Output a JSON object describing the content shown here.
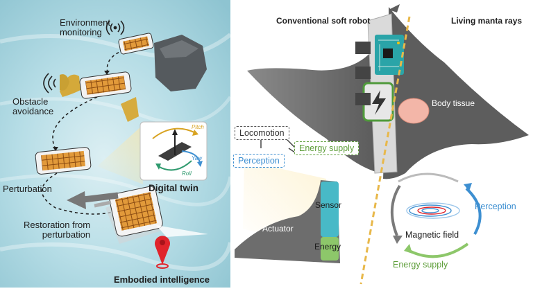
{
  "left_panel": {
    "environment_monitoring": [
      "Environment",
      "monitoring"
    ],
    "obstacle_avoidance": [
      "Obstacle",
      "avoidance"
    ],
    "perturbation": "Perturbation",
    "restoration": [
      "Restoration from",
      "perturbation"
    ],
    "digital_twin": "Digital twin",
    "axes": {
      "pitch": "Pitch",
      "yaw": "Yaw",
      "roll": "Roll"
    },
    "embodied_intelligence": "Embodied intelligence"
  },
  "right_panel": {
    "conventional": "Conventional soft robot",
    "living": "Living manta rays",
    "body_tissue": "Body tissue",
    "locomotion": "Locomotion",
    "perception_box": "Perception",
    "energy_supply_box": "Energy supply",
    "actuator": "Actuator",
    "sensor": "Sensor",
    "energy": "Energy",
    "magnetic_field": "Magnetic field",
    "perception_arc": "Perception",
    "energy_supply_arc": "Energy supply"
  },
  "colors": {
    "water": "#a8d2dc",
    "ray_gray": "#6b6b6b",
    "ray_light": "#c9c9c9",
    "sensor_teal": "#48b9c7",
    "energy_green": "#8dc76a",
    "perception_blue": "#3d8fd1",
    "energy_text_green": "#5e9e3a",
    "pin_red": "#e0242b",
    "pcb_teal": "#2aa4a8"
  },
  "icons": [
    "wifi-signal-icon",
    "sonar-wave-icon",
    "location-pin-icon",
    "lightning-icon",
    "chip-icon",
    "axis-arrows-icon"
  ]
}
